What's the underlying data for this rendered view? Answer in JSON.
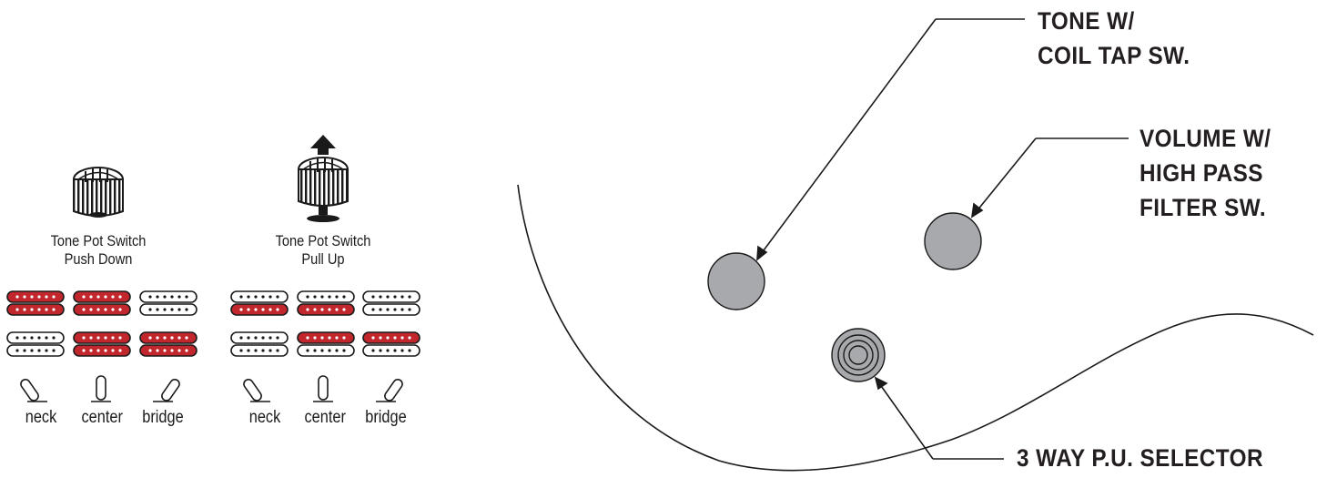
{
  "left_panel": {
    "push_down": {
      "line1": "Tone Pot Switch",
      "line2": "Push Down"
    },
    "pull_up": {
      "line1": "Tone Pot Switch",
      "line2": "Pull Up"
    },
    "positions": [
      "neck",
      "center",
      "bridge"
    ],
    "active_color": "#c1272d",
    "inactive_color": "#ffffff"
  },
  "right_panel": {
    "tone_label": [
      "TONE W/",
      "COIL TAP SW."
    ],
    "volume_label": [
      "VOLUME W/",
      "HIGH PASS",
      "FILTER SW."
    ],
    "selector_label": "3 WAY P.U. SELECTOR",
    "knob_color": "#a7a9ac"
  }
}
